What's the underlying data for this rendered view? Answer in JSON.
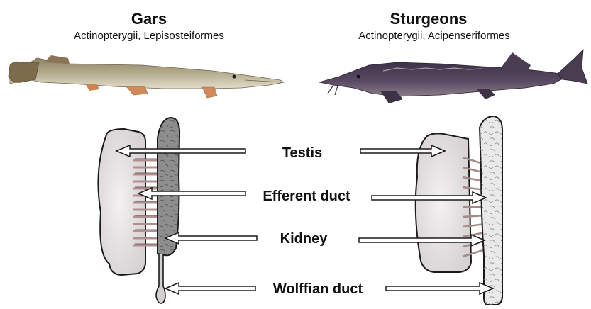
{
  "left_group": {
    "title": "Gars",
    "subtitle": "Actinopterygii, Lepisosteiformes",
    "fish_image": "long-nosed gar fish photograph"
  },
  "right_group": {
    "title": "Sturgeons",
    "subtitle": "Actinopterygii, Acipenseriformes",
    "fish_image": "sturgeon fish photograph"
  },
  "labels": {
    "testis": "Testis",
    "efferent_duct": "Efferent duct",
    "kidney": "Kidney",
    "wolffian_duct": "Wolffian duct"
  },
  "colors": {
    "testis_fill": "#e8e6e6",
    "testis_stripe": "#b28f8f",
    "kidney_fill_gar": "#8e8e8e",
    "kidney_fill_sturgeon": "#e9e9e9",
    "arrow_fill": "#ffffff",
    "outline": "#1a1a1a"
  }
}
